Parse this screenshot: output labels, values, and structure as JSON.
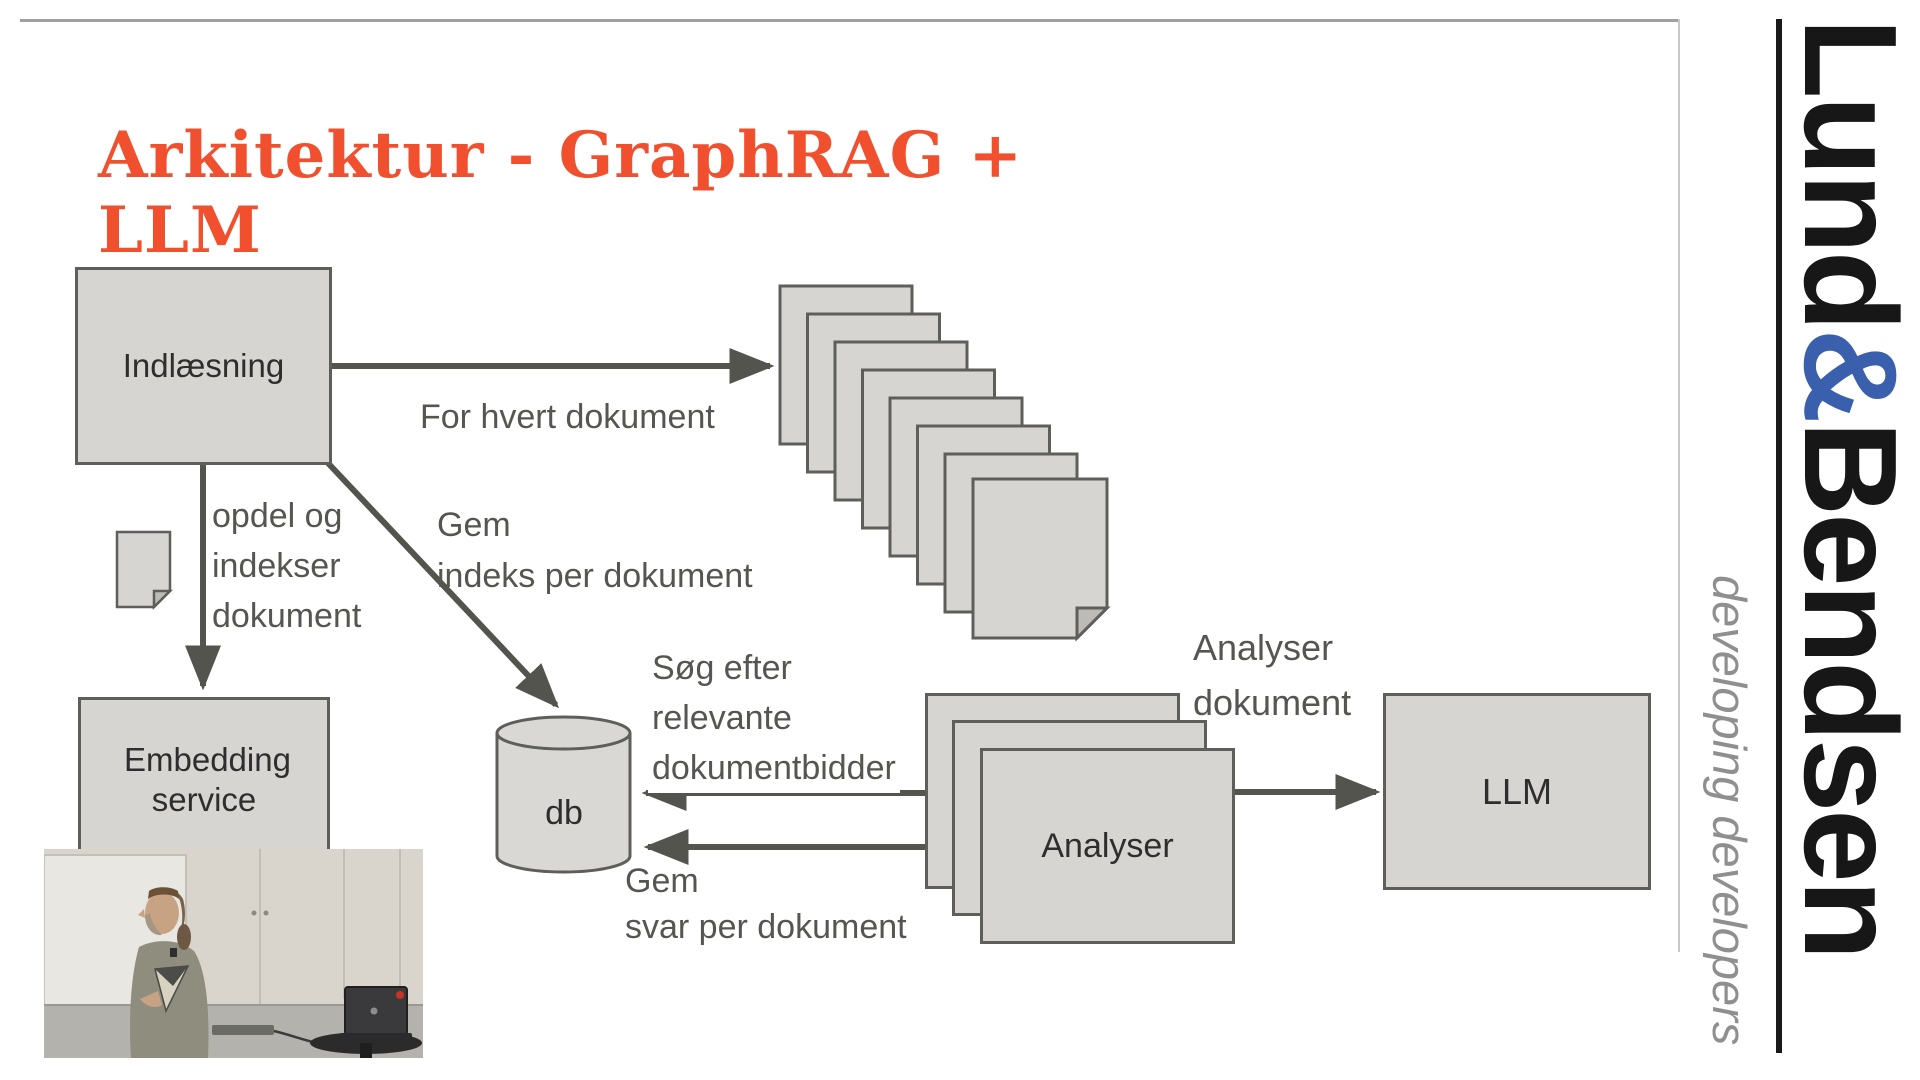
{
  "title": {
    "text": "Arkitektur - GraphRAG + LLM",
    "color": "#F1502F"
  },
  "diagram": {
    "nodes": {
      "indlaesning": {
        "label": "Indlæsning"
      },
      "documents": {
        "page_count": 8
      },
      "embedding": {
        "label": "Embedding service"
      },
      "db": {
        "label": "db"
      },
      "analyser": {
        "label": "Analyser",
        "copies": 3
      },
      "llm": {
        "label": "LLM"
      }
    },
    "edge_labels": {
      "for_each_document": "For hvert dokument",
      "split_and_index": "opdel og\nindekser\ndokument",
      "save_index": "Gem\nindeks per dokument",
      "search_relevant": "Søg efter\nrelevante\ndokumentbidder",
      "save_answer": "Gem\nsvar per dokument",
      "analyse_document": "Analyser\ndokument"
    }
  },
  "branding": {
    "name_part1": "Lund",
    "ampersand": "&",
    "name_part2": "Bendsen",
    "tagline": "developing developers",
    "text_color": "#171717",
    "ampersand_color": "#3A5FAD"
  },
  "colors": {
    "box_fill": "#D6D5D2",
    "box_border": "#5E5E5B",
    "arrow": "#54544F",
    "label_text": "#55564F"
  }
}
